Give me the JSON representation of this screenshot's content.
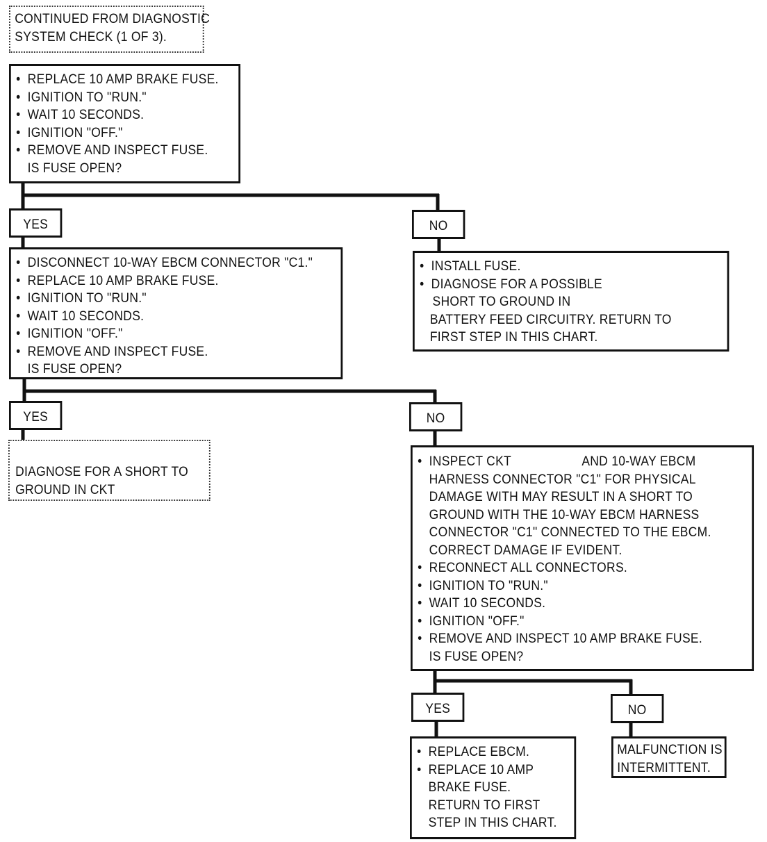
{
  "start_box": {
    "lines": [
      "CONTINUED FROM DIAGNOSTIC",
      "SYSTEM CHECK (1 OF 3)."
    ]
  },
  "step1": {
    "bullets": [
      "REPLACE 10 AMP BRAKE FUSE.",
      "IGNITION TO \"RUN.\"",
      "WAIT 10 SECONDS.",
      "IGNITION \"OFF.\"",
      "REMOVE AND INSPECT FUSE."
    ],
    "question": "IS FUSE OPEN?"
  },
  "step1_yes_label": "YES",
  "step1_no_label": "NO",
  "step2": {
    "bullets": [
      "DISCONNECT 10-WAY EBCM CONNECTOR \"C1.\"",
      "REPLACE 10 AMP BRAKE FUSE.",
      "IGNITION TO \"RUN.\"",
      "WAIT 10 SECONDS.",
      "IGNITION \"OFF.\"",
      "REMOVE AND INSPECT FUSE."
    ],
    "question": "IS FUSE OPEN?"
  },
  "no1_result": {
    "bullet1": "INSTALL FUSE.",
    "bullet2_lines": [
      "DIAGNOSE FOR A POSSIBLE",
      "SHORT TO GROUND IN"
    ],
    "tail_lines": [
      "BATTERY FEED CIRCUITRY. RETURN TO",
      "FIRST STEP IN THIS CHART."
    ]
  },
  "step2_yes_label": "YES",
  "step2_no_label": "NO",
  "yes2_result": {
    "lines": [
      "DIAGNOSE FOR A SHORT TO",
      "GROUND IN CKT"
    ]
  },
  "step3": {
    "bullet1_lines": [
      "INSPECT CKT                    AND 10-WAY EBCM",
      "HARNESS CONNECTOR \"C1\" FOR PHYSICAL",
      "DAMAGE WITH MAY RESULT IN A SHORT TO",
      "GROUND WITH THE 10-WAY EBCM HARNESS",
      "CONNECTOR \"C1\" CONNECTED TO THE EBCM.",
      "CORRECT DAMAGE IF EVIDENT."
    ],
    "bullets": [
      "RECONNECT ALL CONNECTORS.",
      "IGNITION TO \"RUN.\"",
      "WAIT 10 SECONDS.",
      "IGNITION \"OFF.\"",
      "REMOVE AND INSPECT 10 AMP BRAKE FUSE."
    ],
    "question": "IS FUSE OPEN?"
  },
  "step3_yes_label": "YES",
  "step3_no_label": "NO",
  "yes3_result": {
    "bullet1": "REPLACE EBCM.",
    "bullet2_lines": [
      "REPLACE 10 AMP",
      "BRAKE FUSE.",
      "RETURN TO FIRST",
      "STEP IN THIS CHART."
    ]
  },
  "no3_result": {
    "lines": [
      "MALFUNCTION IS",
      "INTERMITTENT."
    ]
  }
}
